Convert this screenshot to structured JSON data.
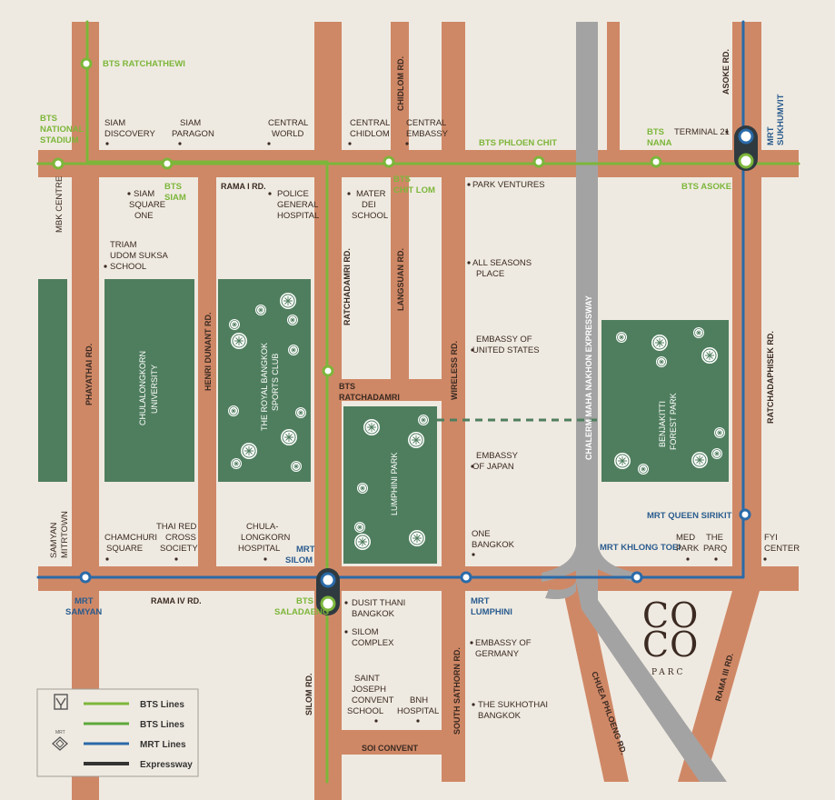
{
  "colors": {
    "background": "#efeae1",
    "road": "#cf8866",
    "park": "#4f7e5e",
    "bts_line": "#7cb63a",
    "mrt_line": "#2a6aa8",
    "expressway": "#9b9b9b",
    "brand": "#3b2a22"
  },
  "bts_stations": {
    "ratchathewi": "BTS RATCHATHEWI",
    "national_stadium_1": "BTS",
    "national_stadium_2": "NATIONAL",
    "national_stadium_3": "STADIUM",
    "siam_1": "BTS",
    "siam_2": "SIAM",
    "phloen_chit": "BTS PHLOEN CHIT",
    "chit_lom_1": "BTS",
    "chit_lom_2": "CHIT LOM",
    "nana_1": "BTS",
    "nana_2": "NANA",
    "asoke": "BTS ASOKE",
    "ratchadamri_1": "BTS",
    "ratchadamri_2": "RATCHADAMRI",
    "saladaeng_1": "BTS",
    "saladaeng_2": "SALADAENG"
  },
  "mrt_stations": {
    "sukhumvit_1": "MRT",
    "sukhumvit_2": "SUKHUMVIT",
    "queen_sirikit": "MRT QUEEN SIRIKIT",
    "khlong_toei": "MRT KHLONG TOEI",
    "lumphini_1": "MRT",
    "lumphini_2": "LUMPHINI",
    "silom_1": "MRT",
    "silom_2": "SILOM",
    "samyan_1": "MRT",
    "samyan_2": "SAMYAN"
  },
  "roads": {
    "rama1": "RAMA I RD.",
    "rama4": "RAMA IV RD.",
    "chidlom": "CHIDLOM RD.",
    "asoke": "ASOKE RD.",
    "ratchadamri": "RATCHADAMRI RD.",
    "langsuan": "LANGSUAN RD.",
    "wireless": "WIRELESS RD.",
    "phayathai": "PHAYATHAI RD.",
    "henri_dunant": "HENRI DUNANT RD.",
    "ratchadaphisek": "RATCHADAPHISEK RD.",
    "silom": "SILOM RD.",
    "south_sathorn": "SOUTH SATHORN RD.",
    "soi_convent": "SOI CONVENT",
    "rama3": "RAMA III RD.",
    "chuea_phloeng": "CHUEA PHLOENG RD.",
    "expressway": "CHALERM MAHA NAKHON EXPRESSWAY"
  },
  "places": {
    "siam_discovery_1": "SIAM",
    "siam_discovery_2": "DISCOVERY",
    "siam_paragon_1": "SIAM",
    "siam_paragon_2": "PARAGON",
    "central_world_1": "CENTRAL",
    "central_world_2": "WORLD",
    "central_chidlom_1": "CENTRAL",
    "central_chidlom_2": "CHIDLOM",
    "central_embassy_1": "CENTRAL",
    "central_embassy_2": "EMBASSY",
    "terminal21": "TERMINAL 21",
    "mbk": "MBK CENTRE",
    "siam_square_1": "SIAM",
    "siam_square_2": "SQUARE",
    "siam_square_3": "ONE",
    "police_1": "POLICE",
    "police_2": "GENERAL",
    "police_3": "HOSPITAL",
    "mater_dei_1": "MATER",
    "mater_dei_2": "DEI",
    "mater_dei_3": "SCHOOL",
    "park_ventures": "PARK VENTURES",
    "triam_1": "TRIAM",
    "triam_2": "UDOM SUKSA",
    "triam_3": "SCHOOL",
    "all_seasons_1": "ALL SEASONS",
    "all_seasons_2": "PLACE",
    "us_embassy_1": "EMBASSY OF",
    "us_embassy_2": "UNITED STATES",
    "japan_embassy_1": "EMBASSY",
    "japan_embassy_2": "OF JAPAN",
    "one_bangkok_1": "ONE",
    "one_bangkok_2": "BANGKOK",
    "samyan_mitrtown_1": "SAMYAN",
    "samyan_mitrtown_2": "MITRTOWN",
    "chamchuri_1": "CHAMCHURI",
    "chamchuri_2": "SQUARE",
    "thai_red_cross_1": "THAI RED",
    "thai_red_cross_2": "CROSS",
    "thai_red_cross_3": "SOCIETY",
    "chula_hospital_1": "CHULA-",
    "chula_hospital_2": "LONGKORN",
    "chula_hospital_3": "HOSPITAL",
    "med_park_1": "MED",
    "med_park_2": "PARK",
    "the_parq_1": "THE",
    "the_parq_2": "PARQ",
    "fyi_1": "FYI",
    "fyi_2": "CENTER",
    "dusit_1": "DUSIT THANI",
    "dusit_2": "BANGKOK",
    "silom_complex_1": "SILOM",
    "silom_complex_2": "COMPLEX",
    "german_embassy_1": "EMBASSY OF",
    "german_embassy_2": "GERMANY",
    "saint_joseph_1": "SAINT",
    "saint_joseph_2": "JOSEPH",
    "saint_joseph_3": "CONVENT",
    "saint_joseph_4": "SCHOOL",
    "bnh_1": "BNH",
    "bnh_2": "HOSPITAL",
    "sukhothai_1": "THE SUKHOTHAI",
    "sukhothai_2": "BANGKOK"
  },
  "parks": {
    "chula_1": "CHULALONGKORN",
    "chula_2": "UNIVERSITY",
    "rbsc_1": "THE ROYAL BANGKOK",
    "rbsc_2": "SPORTS CLUB",
    "lumphini": "LUMPHINI PARK",
    "benjakitti_1": "BENJAKITTI",
    "benjakitti_2": "FOREST PARK"
  },
  "brand": {
    "line1": "CO",
    "line2": "CO",
    "sub": "PARC"
  },
  "legend": {
    "bts1": "BTS Lines",
    "bts2": "BTS Lines",
    "mrt": "MRT Lines",
    "expressway": "Expressway",
    "mrt_logo_text": "MRT",
    "bts_icon": "bts-logo-icon",
    "mrt_icon": "mrt-logo-icon"
  }
}
